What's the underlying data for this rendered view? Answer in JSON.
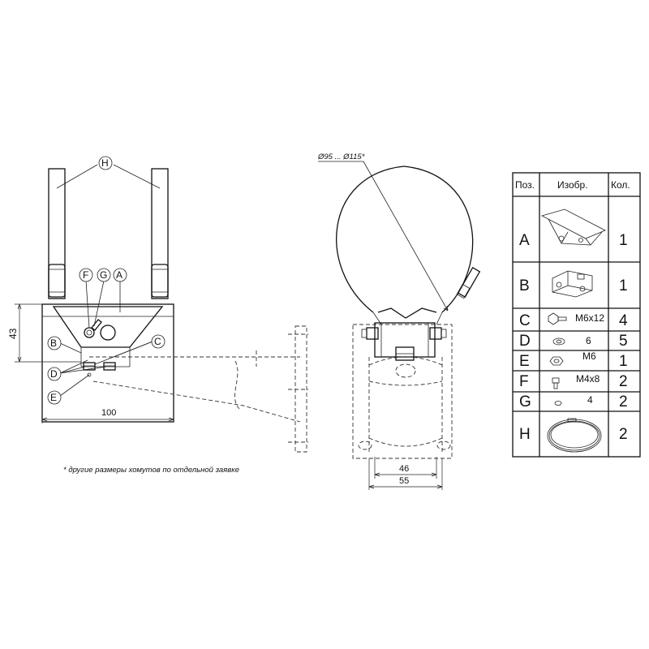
{
  "callouts": {
    "H": "H",
    "F": "F",
    "G": "G",
    "A": "A",
    "B": "B",
    "C": "C",
    "D": "D",
    "E": "E"
  },
  "dimensions": {
    "height_43": "43",
    "width_100": "100",
    "diameter_range": "Ø95 ... Ø115*",
    "width_46": "46",
    "width_55": "55"
  },
  "note": "* другие размеры хомутов по отдельной заявке",
  "parts_table": {
    "header": {
      "pos": "Поз.",
      "image": "Изобр.",
      "qty": "Кол."
    },
    "rows": [
      {
        "pos": "A",
        "size": "",
        "qty": "1",
        "icon": "bracket-icon"
      },
      {
        "pos": "B",
        "size": "",
        "qty": "1",
        "icon": "mount-plate-icon"
      },
      {
        "pos": "C",
        "size": "M6x12",
        "qty": "4",
        "icon": "bolt-icon"
      },
      {
        "pos": "D",
        "size": "6",
        "qty": "5",
        "icon": "washer-icon"
      },
      {
        "pos": "E",
        "size": "M6",
        "qty": "1",
        "icon": "nut-icon"
      },
      {
        "pos": "F",
        "size": "M4x8",
        "qty": "2",
        "icon": "small-bolt-icon"
      },
      {
        "pos": "G",
        "size": "4",
        "qty": "2",
        "icon": "small-washer-icon"
      },
      {
        "pos": "H",
        "size": "",
        "qty": "2",
        "icon": "clamp-band-icon"
      }
    ]
  }
}
